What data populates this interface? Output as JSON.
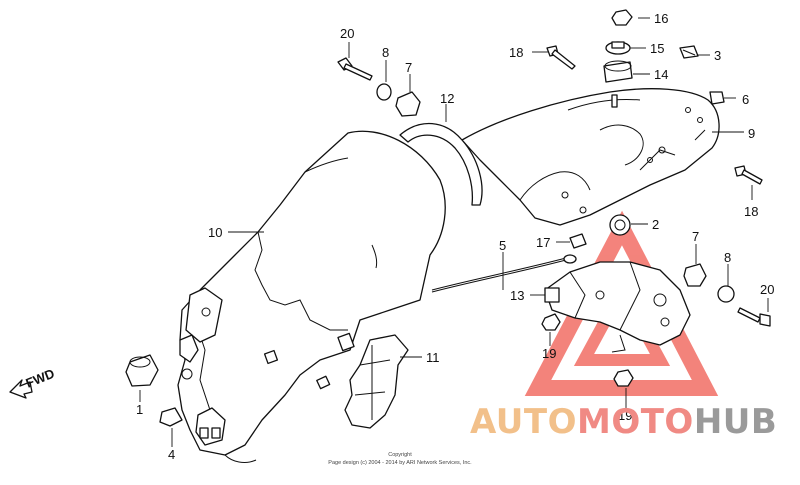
{
  "callouts": [
    {
      "id": "c1",
      "text": "1"
    },
    {
      "id": "c2",
      "text": "2"
    },
    {
      "id": "c3",
      "text": "3"
    },
    {
      "id": "c4",
      "text": "4"
    },
    {
      "id": "c5",
      "text": "5"
    },
    {
      "id": "c6",
      "text": "6"
    },
    {
      "id": "c7a",
      "text": "7"
    },
    {
      "id": "c7b",
      "text": "7"
    },
    {
      "id": "c8a",
      "text": "8"
    },
    {
      "id": "c8b",
      "text": "8"
    },
    {
      "id": "c9",
      "text": "9"
    },
    {
      "id": "c10",
      "text": "10"
    },
    {
      "id": "c11",
      "text": "11"
    },
    {
      "id": "c12",
      "text": "12"
    },
    {
      "id": "c13",
      "text": "13"
    },
    {
      "id": "c14",
      "text": "14"
    },
    {
      "id": "c15",
      "text": "15"
    },
    {
      "id": "c16",
      "text": "16"
    },
    {
      "id": "c17",
      "text": "17"
    },
    {
      "id": "c18a",
      "text": "18"
    },
    {
      "id": "c18b",
      "text": "18"
    },
    {
      "id": "c19a",
      "text": "19"
    },
    {
      "id": "c19b",
      "text": "19"
    },
    {
      "id": "c20a",
      "text": "20"
    },
    {
      "id": "c20b",
      "text": "20"
    }
  ],
  "direction_label": "FWD",
  "copyright": {
    "line1": "Copyright",
    "line2": "Page design (c) 2004 - 2014 by ARI Network Services, Inc."
  },
  "watermark": {
    "part1": "AUTO",
    "part2": "MOTO",
    "part3": "HUB",
    "colors": {
      "auto": "#f2c08a",
      "moto": "#f08a84",
      "hub": "#9a9a9a",
      "triangle": "#f05a50"
    }
  }
}
